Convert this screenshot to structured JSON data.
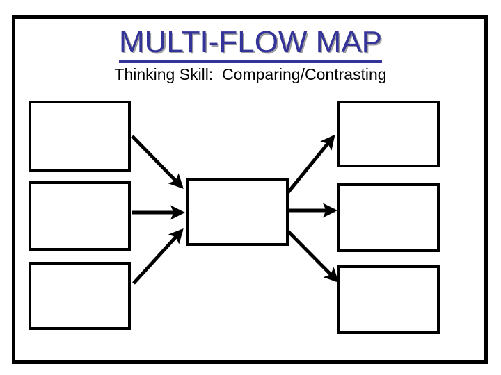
{
  "slide": {
    "title": "MULTI-FLOW MAP",
    "subtitle": "Thinking Skill:  Comparing/Contrasting",
    "title_color": "#333399",
    "title_shadow_color": "#9e9e9e",
    "subtitle_color": "#000000",
    "frame_color": "#000000",
    "background_color": "#ffffff"
  },
  "diagram": {
    "type": "multi-flow-map",
    "box_border_color": "#000000",
    "box_fill_color": "#ffffff",
    "arrow_color": "#000000",
    "causes": [
      {
        "id": "cause-1",
        "label": ""
      },
      {
        "id": "cause-2",
        "label": ""
      },
      {
        "id": "cause-3",
        "label": ""
      }
    ],
    "event": {
      "id": "event",
      "label": ""
    },
    "effects": [
      {
        "id": "effect-1",
        "label": ""
      },
      {
        "id": "effect-2",
        "label": ""
      },
      {
        "id": "effect-3",
        "label": ""
      }
    ],
    "arrows": [
      {
        "name": "cause-1-to-event",
        "from": "cause-1",
        "to": "event",
        "direction": "down-right"
      },
      {
        "name": "cause-2-to-event",
        "from": "cause-2",
        "to": "event",
        "direction": "right"
      },
      {
        "name": "cause-3-to-event",
        "from": "cause-3",
        "to": "event",
        "direction": "up-right"
      },
      {
        "name": "event-to-effect-1",
        "from": "event",
        "to": "effect-1",
        "direction": "up-right"
      },
      {
        "name": "event-to-effect-2",
        "from": "event",
        "to": "effect-2",
        "direction": "right"
      },
      {
        "name": "event-to-effect-3",
        "from": "event",
        "to": "effect-3",
        "direction": "down-right"
      }
    ]
  }
}
